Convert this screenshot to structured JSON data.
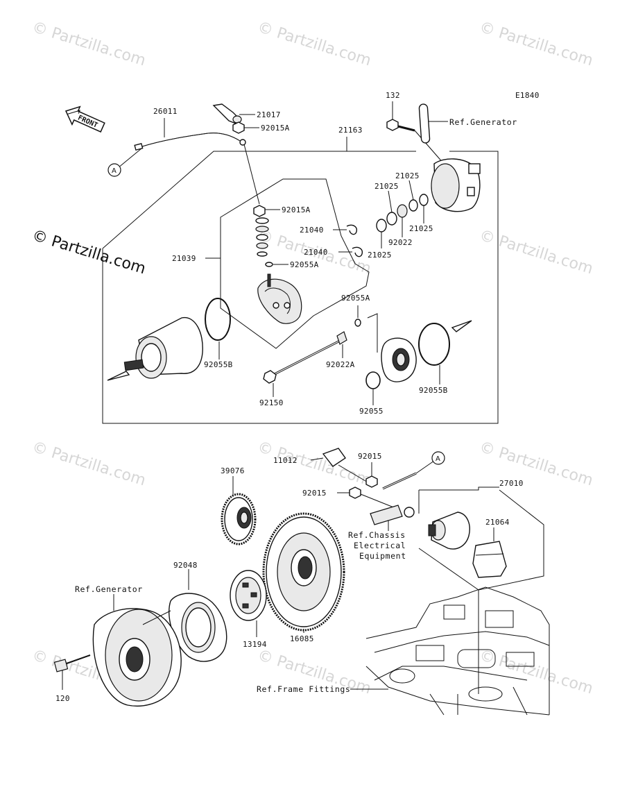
{
  "diagram_code": "E1840",
  "front_label": "FRONT",
  "connector_a_label": "A",
  "watermark_text": "Partzilla.com",
  "watermark_symbol": "©",
  "parts": {
    "p26011": "26011",
    "p21017": "21017",
    "p92015A_top": "92015A",
    "p21163": "21163",
    "p132": "132",
    "p21025_a": "21025",
    "p21025_b": "21025",
    "p21025_c": "21025",
    "p21025_d": "21025",
    "p92022": "92022",
    "p92015A_mid": "92015A",
    "p21040_a": "21040",
    "p21040_b": "21040",
    "p21039": "21039",
    "p92055A_a": "92055A",
    "p92055A_b": "92055A",
    "p92055B_a": "92055B",
    "p92055B_b": "92055B",
    "p92022A": "92022A",
    "p92150": "92150",
    "p92055": "92055",
    "p11012": "11012",
    "p92015_a": "92015",
    "p92015_b": "92015",
    "p39076": "39076",
    "p27010": "27010",
    "p21064": "21064",
    "p92048": "92048",
    "p13194": "13194",
    "p16085": "16085",
    "p120": "120"
  },
  "references": {
    "generator_top": "Ref.Generator",
    "generator_bottom": "Ref.Generator",
    "chassis_line1": "Ref.Chassis",
    "chassis_line2": "Electrical",
    "chassis_line3": "Equipment",
    "frame": "Ref.Frame Fittings"
  }
}
